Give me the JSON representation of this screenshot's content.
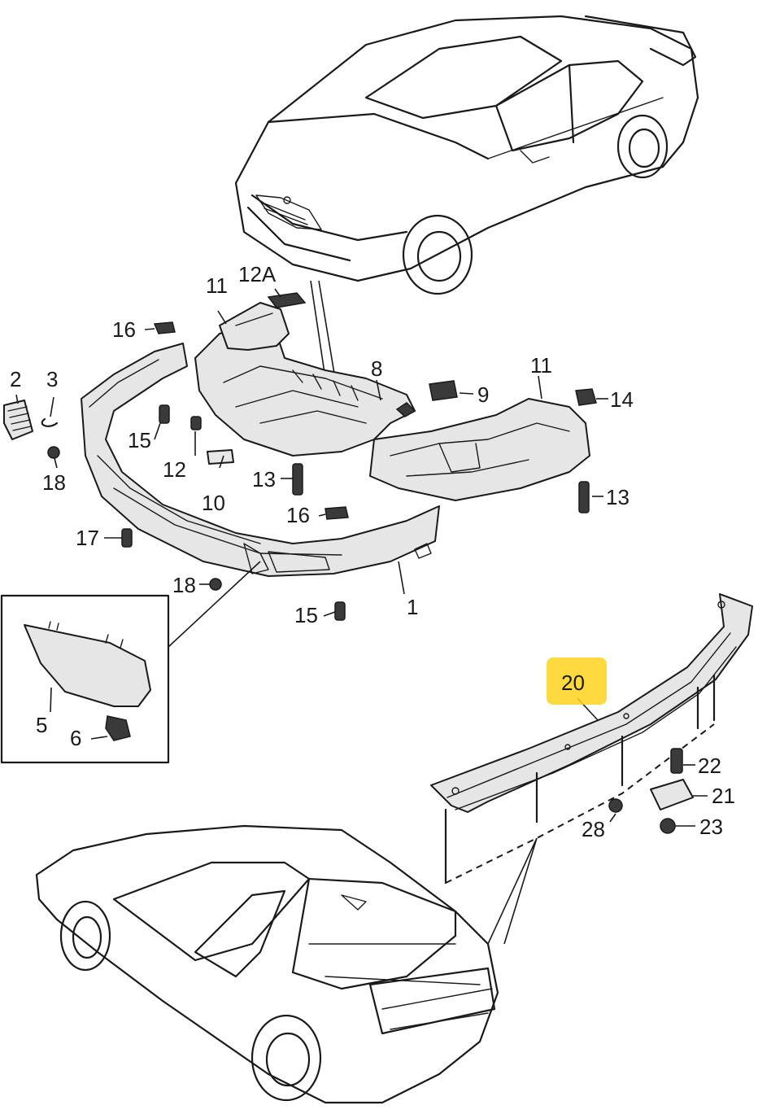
{
  "callouts": {
    "c1": "1",
    "c2": "2",
    "c3": "3",
    "c5": "5",
    "c6": "6",
    "c8": "8",
    "c9": "9",
    "c10": "10",
    "c11a": "11",
    "c11b": "11",
    "c12": "12",
    "c12a": "12A",
    "c13a": "13",
    "c13b": "13",
    "c14": "14",
    "c15a": "15",
    "c15b": "15",
    "c16a": "16",
    "c16b": "16",
    "c17": "17",
    "c18a": "18",
    "c18b": "18",
    "c20": "20",
    "c21": "21",
    "c22": "22",
    "c23": "23",
    "c28": "28"
  },
  "highlight_color": "#ffd21f"
}
